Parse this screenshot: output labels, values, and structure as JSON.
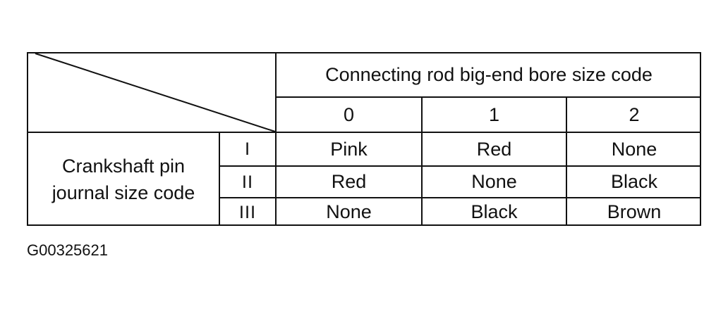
{
  "table": {
    "column_header": "Connecting rod big-end bore size code",
    "column_codes": [
      "0",
      "1",
      "2"
    ],
    "row_header_line1": "Crankshaft pin",
    "row_header_line2": "journal size code",
    "row_codes": [
      "I",
      "II",
      "III"
    ],
    "cells": [
      [
        "Pink",
        "Red",
        "None"
      ],
      [
        "Red",
        "None",
        "Black"
      ],
      [
        "None",
        "Black",
        "Brown"
      ]
    ]
  },
  "figure_id": "G00325621"
}
